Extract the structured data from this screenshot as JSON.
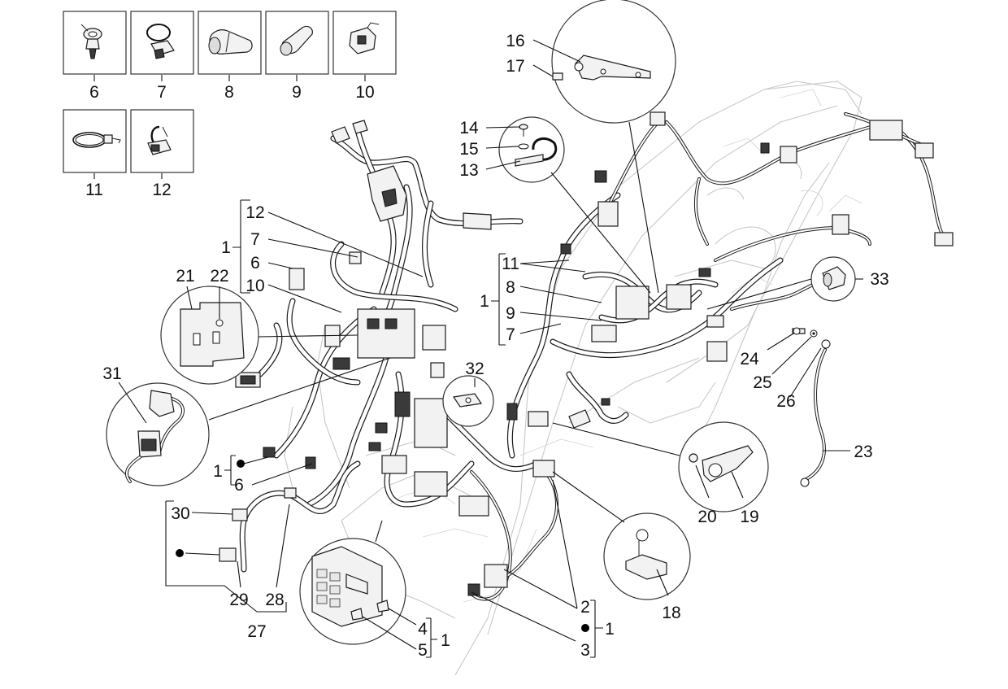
{
  "labels": {
    "l6": "6",
    "l7": "7",
    "l8": "8",
    "l9": "9",
    "l10": "10",
    "l11": "11",
    "l12": "12",
    "l16": "16",
    "l17": "17",
    "l14": "14",
    "l15": "15",
    "l13": "13",
    "l12b": "12",
    "l1a": "1",
    "l7b": "7",
    "l6b": "6",
    "l10b": "10",
    "l21": "21",
    "l22": "22",
    "l11b": "11",
    "l1b": "1",
    "l8b": "8",
    "l9b": "9",
    "l7c": "7",
    "l33": "33",
    "l31": "31",
    "l32": "32",
    "l24": "24",
    "l25": "25",
    "l26": "26",
    "l23": "23",
    "l1c": "1",
    "l6c": "6",
    "l20": "20",
    "l19": "19",
    "l30": "30",
    "l29": "29",
    "l28": "28",
    "l27": "27",
    "l18": "18",
    "l2": "2",
    "l1d": "1",
    "l3": "3",
    "l4": "4",
    "l5": "5",
    "l1e": "1"
  }
}
